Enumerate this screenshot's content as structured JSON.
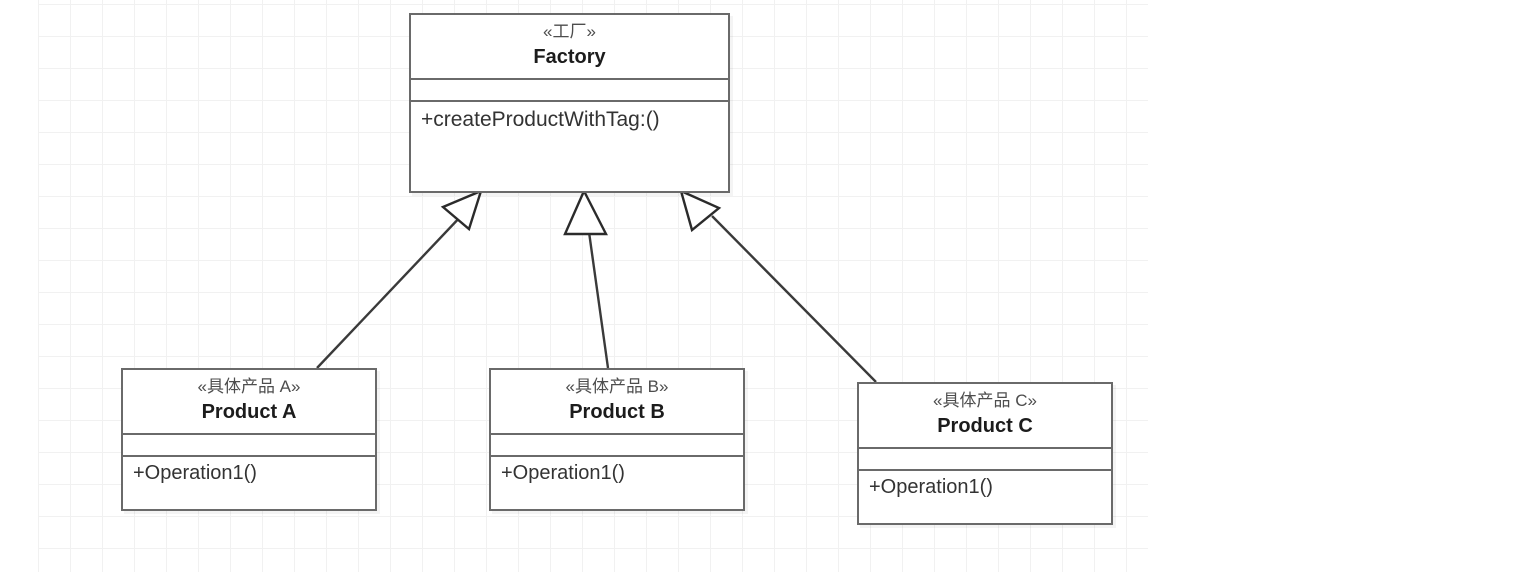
{
  "diagram": {
    "title": "Factory Pattern UML Class Diagram",
    "type": "uml-class-diagram",
    "background": "#ffffff",
    "grid_color": "#f1f1f1",
    "border_color": "#6a6a6a",
    "text_color": "#1c1c1c",
    "line_color": "#3a3a3a"
  },
  "classes": {
    "factory": {
      "stereotype": "«工厂»",
      "name": "Factory",
      "attributes": [],
      "operations": [
        "+createProductWithTag:()"
      ]
    },
    "product_a": {
      "stereotype": "«具体产品 A»",
      "name": "Product A",
      "attributes": [],
      "operations": [
        "+Operation1()"
      ]
    },
    "product_b": {
      "stereotype": "«具体产品 B»",
      "name": "Product B",
      "attributes": [],
      "operations": [
        "+Operation1()"
      ]
    },
    "product_c": {
      "stereotype": "«具体产品 C»",
      "name": "Product C",
      "attributes": [],
      "operations": [
        "+Operation1()"
      ]
    }
  },
  "relationships": [
    {
      "kind": "generalization",
      "from": "product_a",
      "to": "factory",
      "arrow": "hollow-triangle"
    },
    {
      "kind": "generalization",
      "from": "product_b",
      "to": "factory",
      "arrow": "hollow-triangle"
    },
    {
      "kind": "generalization",
      "from": "product_c",
      "to": "factory",
      "arrow": "hollow-triangle"
    }
  ]
}
